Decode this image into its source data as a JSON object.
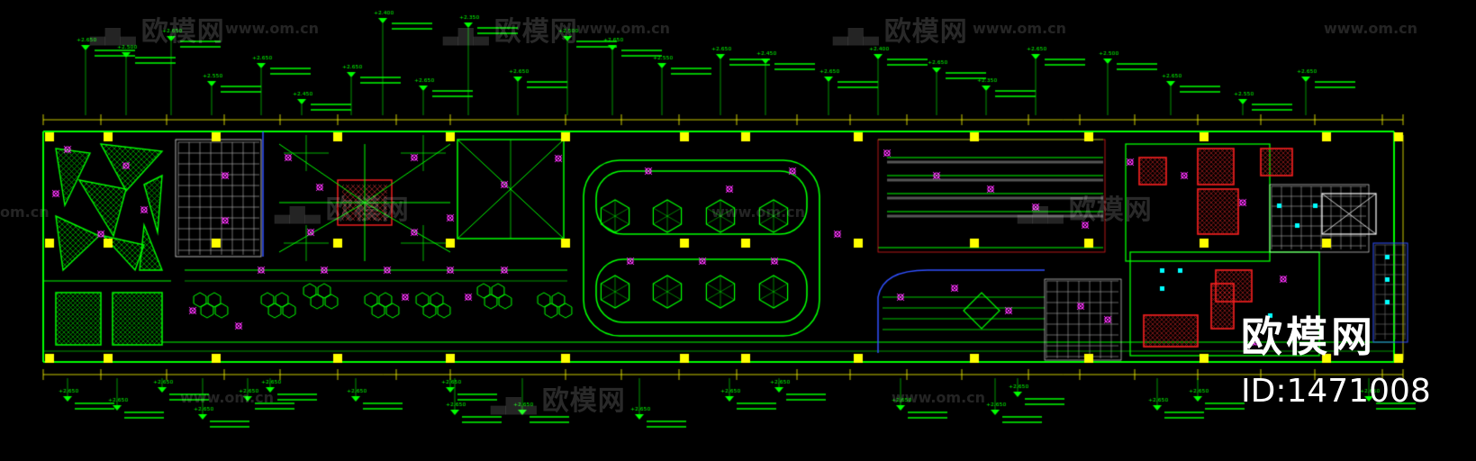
{
  "watermark": {
    "brand": "欧模网",
    "site": "www.om.cn",
    "site_short": "om.cn"
  },
  "logo": {
    "text": "欧模网",
    "id": "ID:1471008"
  },
  "colors": {
    "background": "#000000",
    "wall": "#00ff00",
    "light": "#ff33ff",
    "dimension": "#ffff00",
    "annotation": "#00ff00",
    "hatch": "#00dd00",
    "outline": "#ff2020",
    "fixture": "#00ffff",
    "boundary": "#3050ff",
    "structure": "#ffffff"
  },
  "annotations": {
    "elevation_mark": "+2.650",
    "elevation_marks_alt": [
      "+2.450",
      "+2.500",
      "+2.400",
      "+2.550",
      "+2.350"
    ]
  },
  "icons": [
    "watermark-sofa-icon",
    "column-square-icon",
    "downlight-icon",
    "elevation-marker-icon",
    "hexagon-lamp-icon"
  ]
}
